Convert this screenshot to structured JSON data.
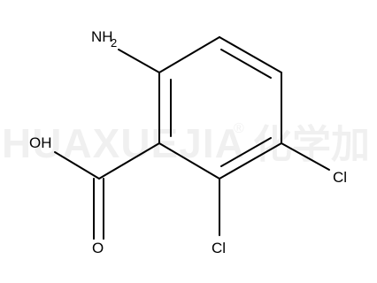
{
  "watermark": {
    "latin": "HUAXUEJIA",
    "registered": "®",
    "cjk": "化学加"
  },
  "atoms": {
    "amine": {
      "main": "NH",
      "sub": "2"
    },
    "hydroxyl": "OH",
    "carbonyl_oxygen": "O",
    "chloro_2": "Cl",
    "chloro_3": "Cl"
  },
  "colors": {
    "bond": "#000000",
    "text": "#000000"
  }
}
